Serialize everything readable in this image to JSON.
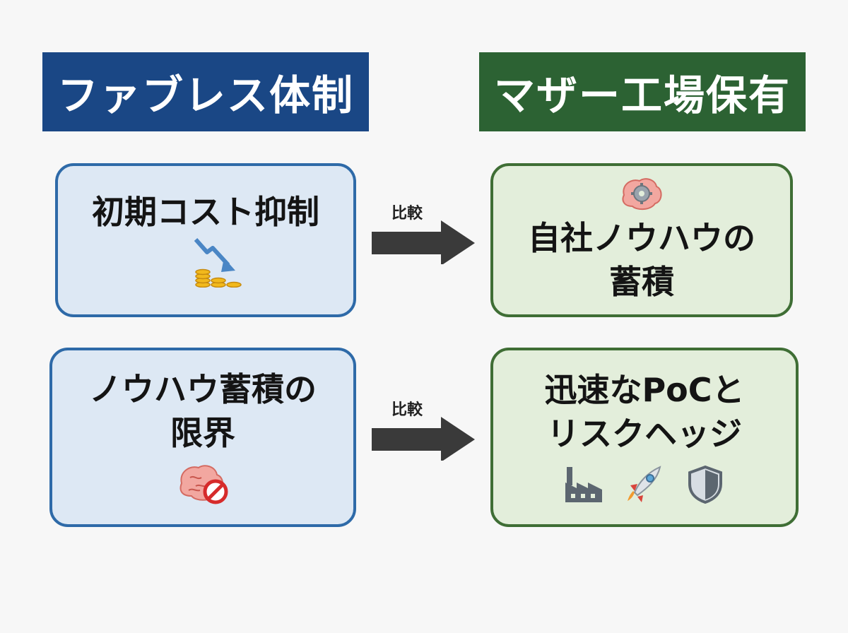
{
  "headers": {
    "left": "ファブレス体制",
    "right": "マザー工場保有"
  },
  "cards": {
    "left_top": {
      "line1": "初期コスト抑制"
    },
    "left_bottom": {
      "line1": "ノウハウ蓄積の",
      "line2": "限界"
    },
    "right_top": {
      "line1": "自社ノウハウの",
      "line2": "蓄積"
    },
    "right_bottom": {
      "line1": "迅速なPoCと",
      "line2": "リスクヘッジ"
    }
  },
  "arrows": [
    {
      "label": "比較"
    },
    {
      "label": "比較"
    }
  ],
  "icons": {
    "cost_down": "cost-decrease-coins-icon",
    "brain_blocked": "brain-prohibited-icon",
    "brain_gear": "brain-gear-icon",
    "factory": "factory-icon",
    "rocket": "rocket-icon",
    "shield": "shield-icon"
  },
  "colors": {
    "left_header": "#1a4785",
    "right_header": "#2c6233",
    "left_card_bg": "#dde8f4",
    "left_card_border": "#2e6aa8",
    "right_card_bg": "#e3eedb",
    "right_card_border": "#3f6e35",
    "arrow": "#3a3a3a"
  }
}
